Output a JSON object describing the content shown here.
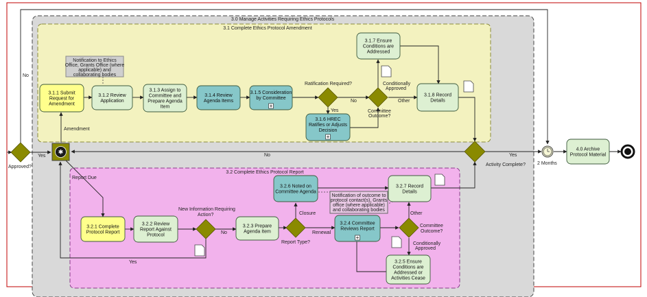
{
  "groups": {
    "outer": "3.0 Manage Activities Requiring Ethics Protocols",
    "amendment": "3.1 Complete Ethics Protocol Amendment",
    "report": "3.2 Complete Ethics Protocol Report"
  },
  "tasks": {
    "t311": [
      "3.1.1 Submit",
      "Request for",
      "Amendment"
    ],
    "t312": [
      "3.1.2 Review",
      "Application"
    ],
    "t313": [
      "3.1.3 Assign to",
      "Committee and",
      "Prepare Agenda",
      "Item"
    ],
    "t314": [
      "3.1.4 Review",
      "Agenda Items"
    ],
    "t315": [
      "3.1.5 Consideration",
      "by Committee"
    ],
    "t316": [
      "3.1.6 HREC",
      "Ratifies or Adjusts",
      "Decision"
    ],
    "t317": [
      "3.1.7 Ensure",
      "Conditions are",
      "Addressed"
    ],
    "t318": [
      "3.1.8 Record",
      "Details"
    ],
    "t321": [
      "3.2.1 Complete",
      "Protocol Report"
    ],
    "t322": [
      "3.2.2 Review",
      "Report Against",
      "Protocol"
    ],
    "t323": [
      "3.2.3 Prepare",
      "Agenda Item"
    ],
    "t324": [
      "3.2.4 Committee",
      "Reviews Report"
    ],
    "t325": [
      "3.2.5 Ensure",
      "Conditions are",
      "Addressed or",
      "Activities Cease"
    ],
    "t326": [
      "3.2.6 Noted on",
      "Committee Agenda"
    ],
    "t327": [
      "3.2.7 Record",
      "Details"
    ],
    "t40": [
      "4.0 Archive",
      "Protocol Material"
    ]
  },
  "annotations": {
    "note1": [
      "Notification to Ethics",
      "Office, Grants Office (where",
      "applicable) and",
      "collaborating bodies"
    ],
    "note2": [
      "Notification of outcome to",
      "protocol contact(s), Grants",
      "office (where applicable)",
      "and collaborating bodies"
    ]
  },
  "labels": {
    "no_top": "No",
    "approved": "Approved?",
    "yes_left": "Yes",
    "amendment": "Amendment",
    "report_due": "Report Due",
    "ratification": "Ratification Required?",
    "yes_rat": "Yes",
    "no_rat": "No",
    "cond_approved_1": "Conditionally",
    "cond_approved_1b": "Approved",
    "other_1": "Other",
    "committee_outcome_1a": "Committee",
    "committee_outcome_1b": "Outcome?",
    "no_mid": "No",
    "yes_right": "Yes",
    "activity_complete": "Activity Complete?",
    "two_months": "2 Months",
    "new_info_a": "New Information Requiring",
    "new_info_b": "Action?",
    "no_info": "No",
    "yes_info": "Yes",
    "closure": "Closure",
    "renewal": "Renewal",
    "report_type": "Report Type?",
    "other_2": "Other",
    "committee_outcome_2a": "Committee",
    "committee_outcome_2b": "Outcome?",
    "cond_approved_2a": "Conditionally",
    "cond_approved_2b": "Approved"
  },
  "colors": {
    "task_green": "#ddf0d2",
    "task_teal": "#86c7c9",
    "task_yellow": "#ffff8c",
    "gateway": "#8a8a00",
    "grey_pool": "#d9d9d9",
    "yellow_pool": "#f3f2bf",
    "pink_pool": "#f2b2ec",
    "frame": "#c00000"
  }
}
